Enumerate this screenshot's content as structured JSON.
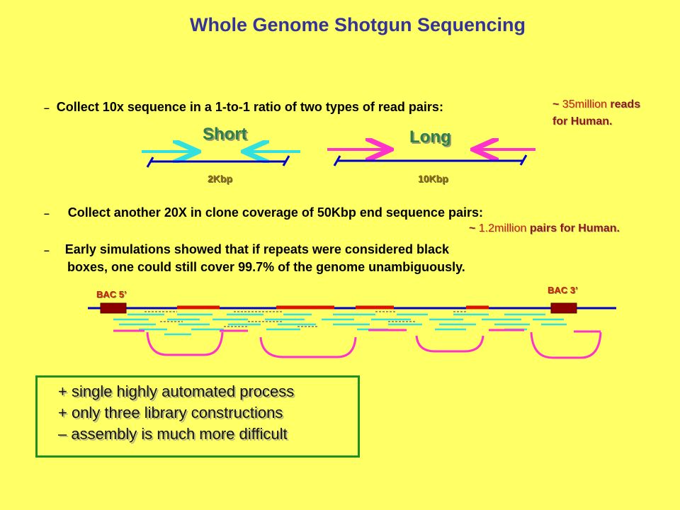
{
  "title": "Whole Genome Shotgun Sequencing",
  "bullets": [
    {
      "dash": "–",
      "text": "Collect 10x sequence in a 1-to-1 ratio of two types of read pairs:",
      "note": {
        "tilde": "~",
        "value": "35million",
        "rest1": "reads",
        "rest2": "for Human."
      }
    },
    {
      "dash": "–",
      "text": "Collect another 20X in clone coverage of 50Kbp end sequence pairs:",
      "note": {
        "tilde": "~",
        "value": "1.2million",
        "rest": "pairs for Human."
      }
    },
    {
      "dash": "–",
      "line1": "Early simulations showed that if repeats were considered black",
      "line2": "boxes, one could still cover 99.7% of the genome unambiguously."
    }
  ],
  "pairs": {
    "short": {
      "label": "Short",
      "size": "2Kbp"
    },
    "long": {
      "label": "Long",
      "size": "10Kbp"
    }
  },
  "bac": {
    "left": "BAC 5’",
    "right": "BAC 3’"
  },
  "summary": [
    "+ single highly automated process",
    "+ only three library constructions",
    "– assembly is much more difficult"
  ],
  "colors": {
    "background": "#ffff66",
    "title": "#333399",
    "backbone": "#0000cc",
    "cyan": "#33e0e0",
    "magenta": "#ff33cc",
    "repeat": "#dd1100",
    "bac_box": "#8b0000",
    "frame": "#1f8f1f"
  }
}
